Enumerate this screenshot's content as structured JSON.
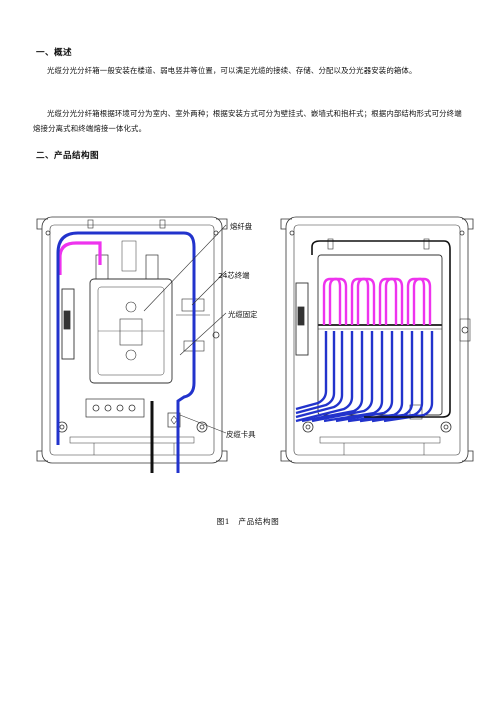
{
  "section1": {
    "heading": "一、概述",
    "para1": "光缆分光分纤箱一般安装在楼道、弱电竖井等位置，可以满足光缆的接续、存储、分配以及分光器安装的箱体。",
    "para2": "光缆分光分纤箱根据环境可分为室内、室外两种；根据安装方式可分为壁挂式、嵌墙式和抱杆式；根据内部结构形式可分终端熔接分离式和终端熔接一体化式。"
  },
  "section2": {
    "heading": "二、产品结构图"
  },
  "figure": {
    "callouts": [
      "熔纤盘",
      "24芯终端",
      "光缆固定",
      "皮缆卡具"
    ],
    "caption": "图1　产品结构图",
    "colors": {
      "outline": "#333333",
      "fiber_pink": "#ee33ee",
      "fiber_blue": "#2233cc",
      "cable_black": "#111111"
    }
  }
}
